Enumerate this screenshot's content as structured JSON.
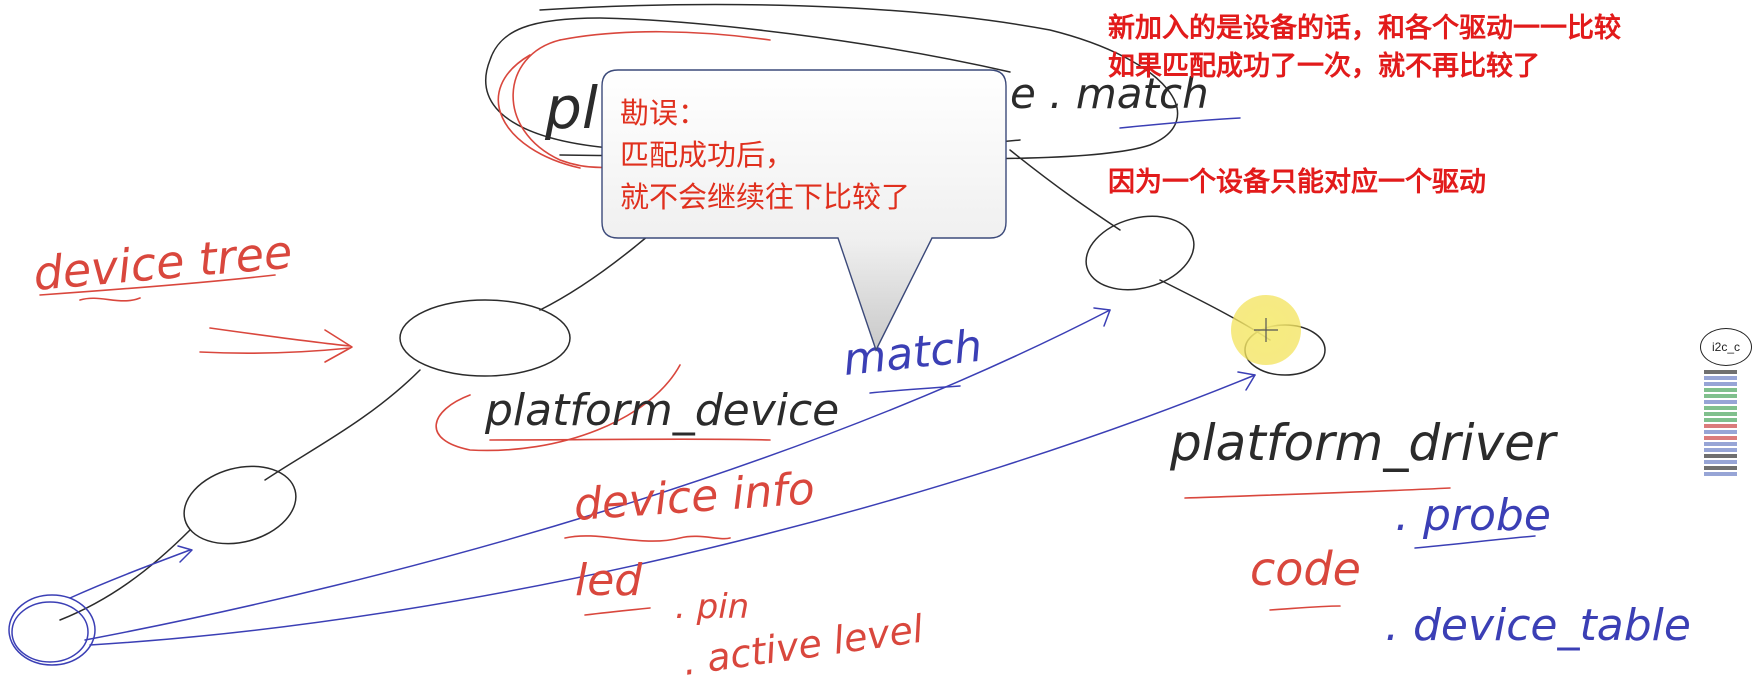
{
  "callout": {
    "line1": "勘误：",
    "line2": "匹配成功后，",
    "line3": "就不会继续往下比较了"
  },
  "notes": {
    "line1": "新加入的是设备的话，和各个驱动一一比较",
    "line2": "如果匹配成功了一次，就不再比较了",
    "line3": "因为一个设备只能对应一个驱动"
  },
  "handwriting": {
    "top_left_fragment": "pl",
    "top_right_fragment": "e . match",
    "device_tree": "device tree",
    "platform_device": "platform_device",
    "match": "match",
    "device_info": "device info",
    "led": "led",
    "pin": ". pin",
    "active_level": ". active level",
    "platform_driver": "platform_driver",
    "probe": ". probe",
    "code": "code",
    "device_table": ". device_table"
  },
  "mini_node": {
    "label": "i2c_c"
  },
  "colors": {
    "red_ink": "#d9473d",
    "blue_ink": "#3b3fb5",
    "black_ink": "#2b2b2b",
    "note_red": "#e21b1b",
    "cursor_yellow": "#f2e56b"
  }
}
